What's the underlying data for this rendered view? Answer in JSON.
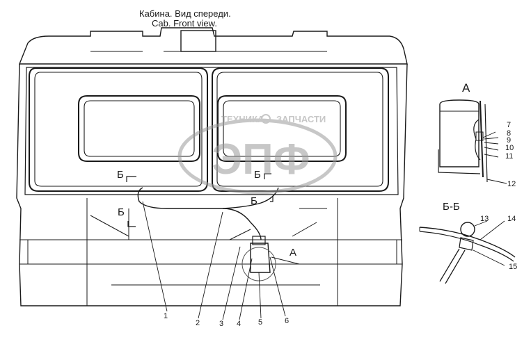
{
  "title": {
    "ru": "Кабина. Вид спереди.",
    "en": "Cab. Front view."
  },
  "section_labels": {
    "view_a": "А",
    "view_bb": "Б-Б",
    "cut_b_left": "Б",
    "cut_b_mid": "Б",
    "cut_b_lower_left": "Б",
    "cut_b_lower_mid": "Б",
    "pointer_a": "А"
  },
  "callouts": [
    "1",
    "2",
    "3",
    "4",
    "5",
    "6",
    "7",
    "8",
    "9",
    "10",
    "11",
    "12",
    "13",
    "14",
    "15"
  ],
  "watermark": {
    "left_word": "ТЕХНИКА",
    "right_word": "ЗАПЧАСТИ",
    "monogram": "ЭПФ"
  }
}
